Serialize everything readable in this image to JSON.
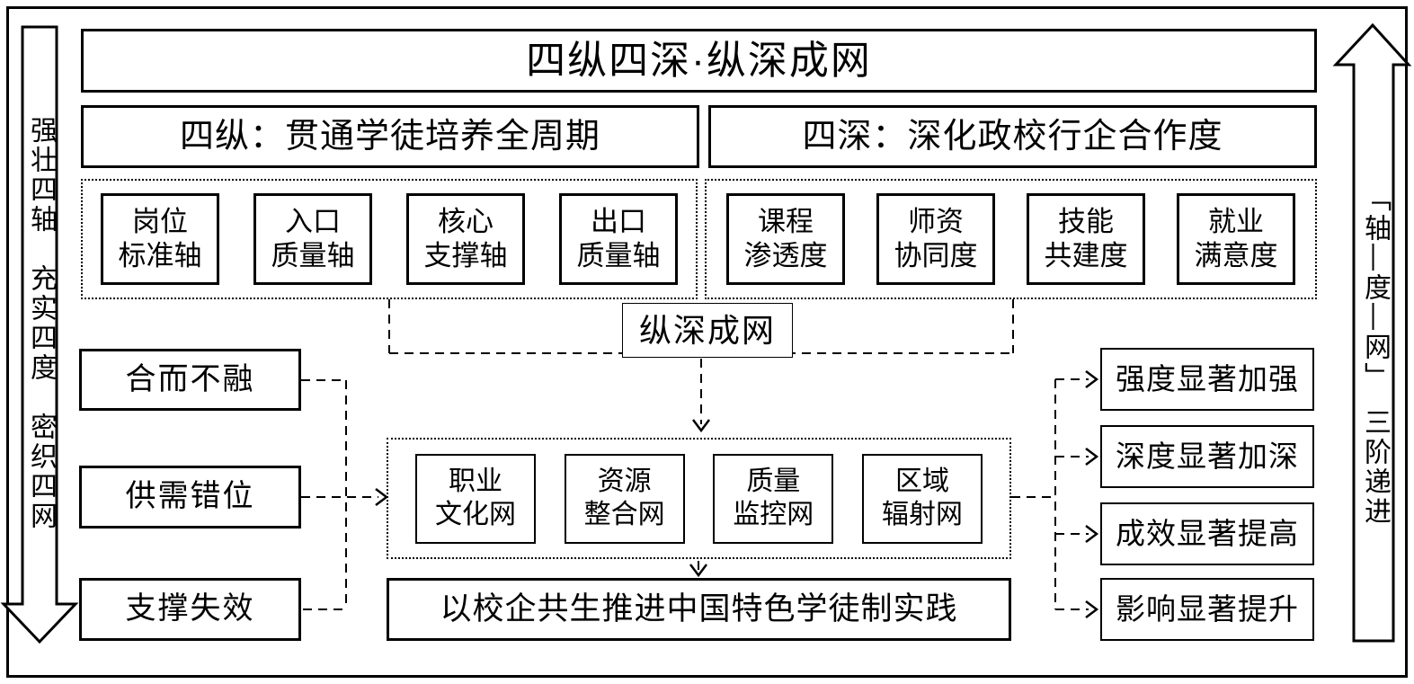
{
  "title": "四纵四深·纵深成网",
  "side_arrows": {
    "left": "强壮四轴　充实四度　密织四网",
    "right": "「轴—度—网」　三阶递进"
  },
  "four_zong": {
    "header": "四纵：贯通学徒培养全周期",
    "axes": [
      "岗位\n标准轴",
      "入口\n质量轴",
      "核心\n支撑轴",
      "出口\n质量轴"
    ]
  },
  "four_shen": {
    "header": "四深：深化政校行企合作度",
    "degrees": [
      "课程\n渗透度",
      "师资\n协同度",
      "技能\n共建度",
      "就业\n满意度"
    ]
  },
  "mid_label": "纵深成网",
  "problems": [
    "合而不融",
    "供需错位",
    "支撑失效"
  ],
  "networks": [
    "职业\n文化网",
    "资源\n整合网",
    "质量\n监控网",
    "区域\n辐射网"
  ],
  "outcome_statement": "以校企共生推进中国特色学徒制实践",
  "outcomes": [
    "强度显著加强",
    "深度显著加深",
    "成效显著提高",
    "影响显著提升"
  ],
  "colors": {
    "ink": "#000000",
    "background": "#ffffff"
  }
}
